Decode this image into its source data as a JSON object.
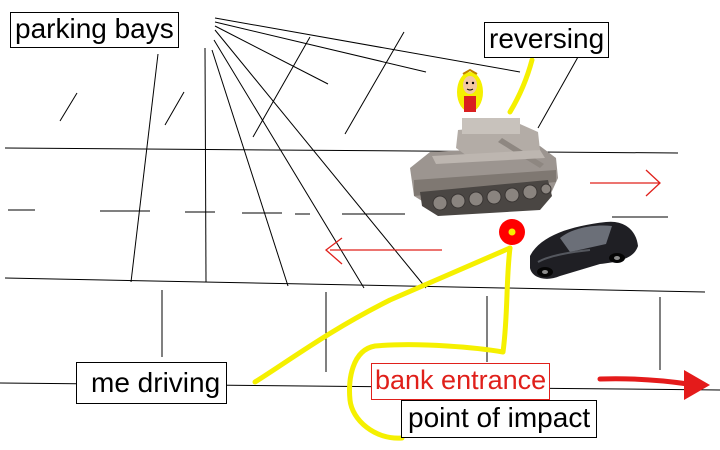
{
  "labels": {
    "parking_bays": "parking bays",
    "reversing": "reversing",
    "me_driving": "me driving",
    "bank_entrance": "bank entrance",
    "point_of_impact": "point of impact"
  },
  "colors": {
    "ink": "#000000",
    "highlight_path": "#f5f000",
    "impact_marker": "#ff0000",
    "traffic_arrow": "#e0201b",
    "background": "#ffffff"
  },
  "icons": {
    "tank": "tank-icon",
    "car": "car-icon",
    "driver": "cartoon-driver-icon",
    "impact": "impact-point-icon"
  }
}
